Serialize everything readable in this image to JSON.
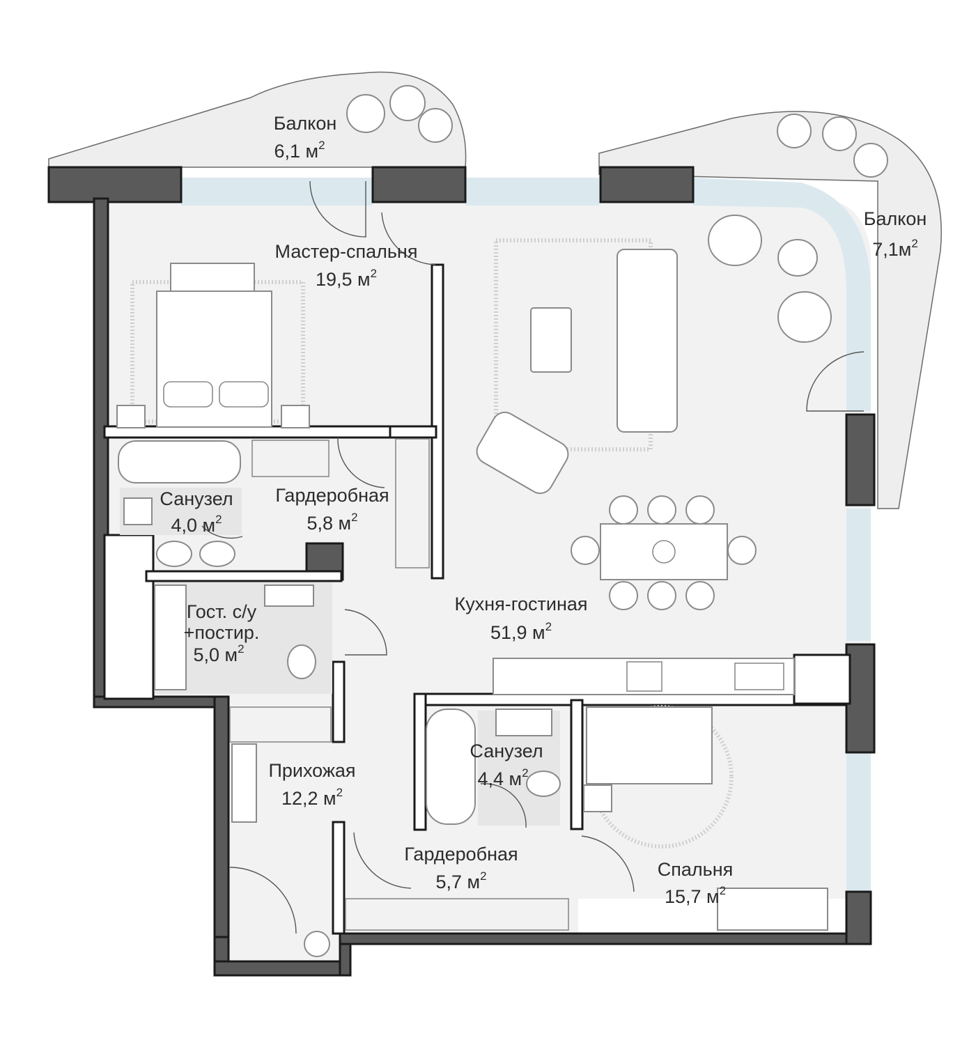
{
  "rooms": {
    "balcony_left": {
      "name": "Балкон",
      "area": "6,1 м",
      "sup": "2"
    },
    "balcony_right": {
      "name": "Балкон",
      "area": "7,1м",
      "sup": "2"
    },
    "master_bedroom": {
      "name": "Мастер-спальня",
      "area": "19,5 м",
      "sup": "2"
    },
    "bathroom_1": {
      "name": "Санузел",
      "area": "4,0 м",
      "sup": "2"
    },
    "wardrobe_1": {
      "name": "Гардеробная",
      "area": "5,8 м",
      "sup": "2"
    },
    "guest_wc": {
      "name": "Гост. с/у",
      "name2": "+постир.",
      "area": "5,0 м",
      "sup": "2"
    },
    "kitchen_living": {
      "name": "Кухня-гостиная",
      "area": "51,9 м",
      "sup": "2"
    },
    "hallway": {
      "name": "Прихожая",
      "area": "12,2 м",
      "sup": "2"
    },
    "bathroom_2": {
      "name": "Санузел",
      "area": "4,4 м",
      "sup": "2"
    },
    "wardrobe_2": {
      "name": "Гардеробная",
      "area": "5,7 м",
      "sup": "2"
    },
    "bedroom": {
      "name": "Спальня",
      "area": "15,7 м",
      "sup": "2"
    }
  },
  "colors": {
    "wall": "#5a5a5a",
    "floor": "#f2f2f2",
    "glass": "#dbe9ef",
    "balcony": "#eeeeee"
  }
}
